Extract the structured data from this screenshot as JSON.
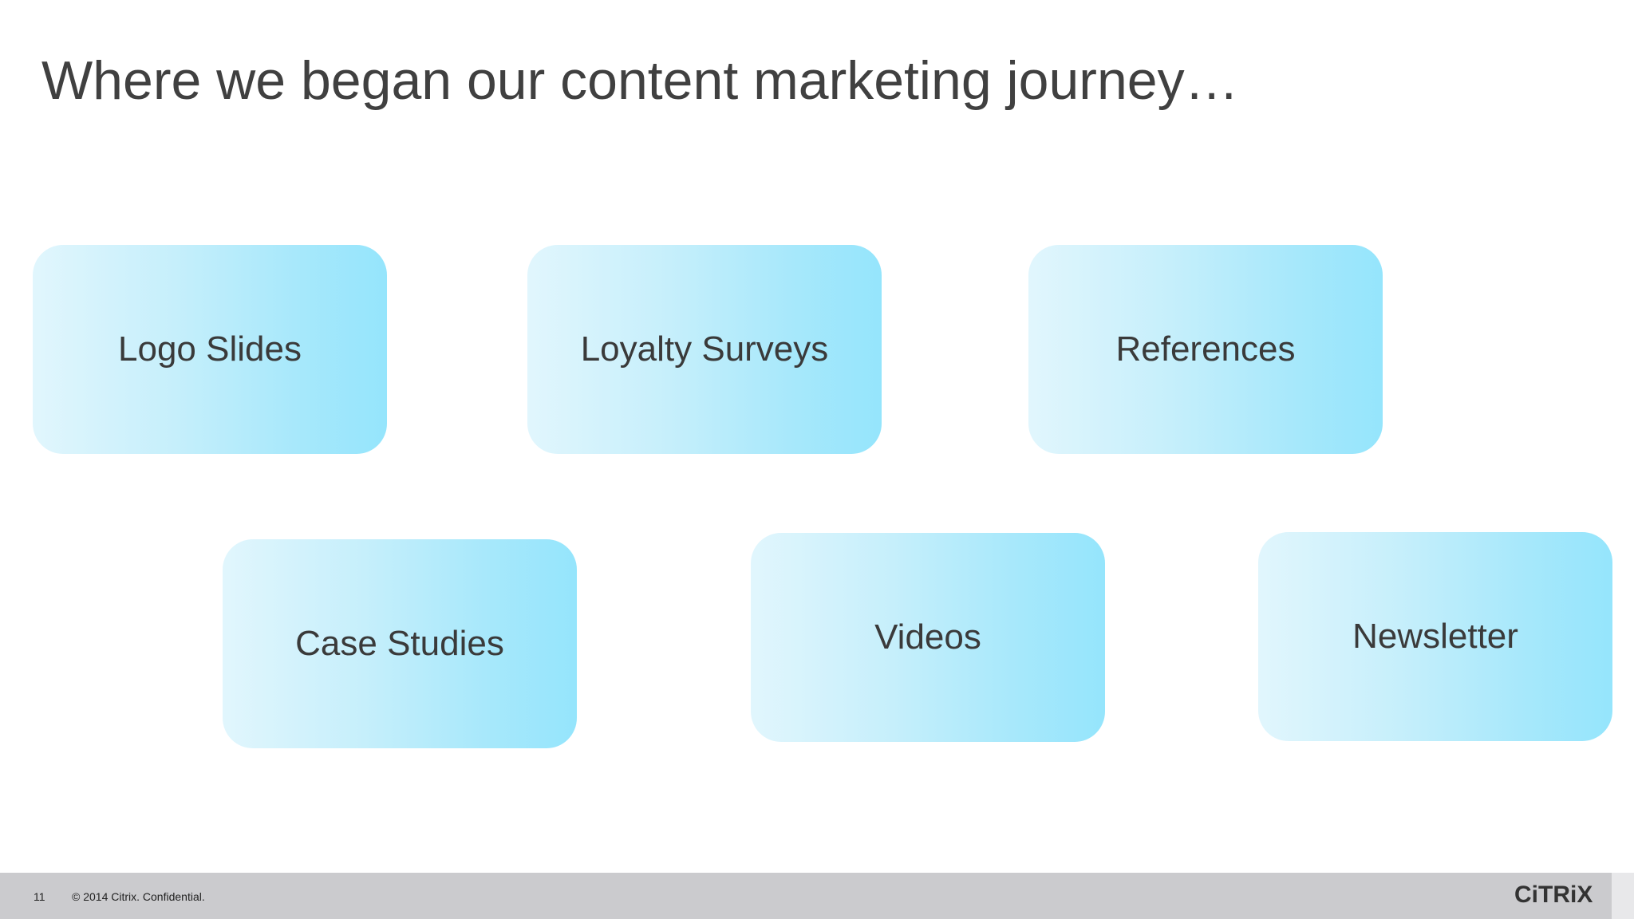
{
  "title": "Where we began our content marketing journey…",
  "boxes": [
    {
      "label": "Logo Slides"
    },
    {
      "label": "Loyalty Surveys"
    },
    {
      "label": "References"
    },
    {
      "label": "Case Studies"
    },
    {
      "label": "Videos"
    },
    {
      "label": "Newsletter"
    }
  ],
  "footer": {
    "page_number": "11",
    "copyright": "© 2014 Citrix. Confidential.",
    "logo_text": "CiTRiX"
  },
  "colors": {
    "box_light": "#e1f6fd",
    "box_dark": "#95e5fc",
    "footer_bar": "#cbcbce",
    "title_text": "#404040"
  }
}
